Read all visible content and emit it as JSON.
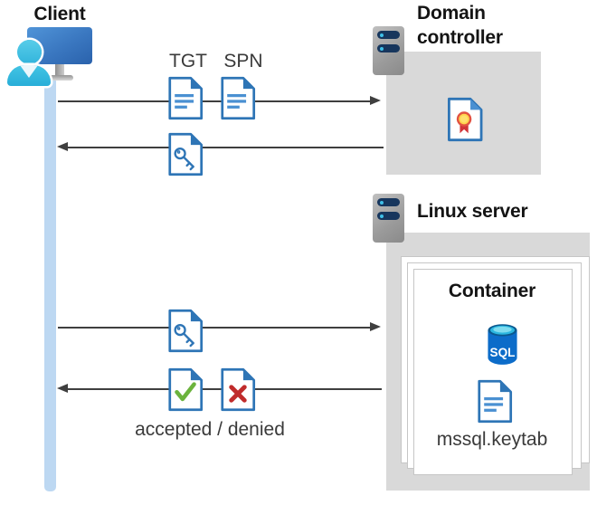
{
  "client": {
    "label": "Client"
  },
  "kdc_exchange": {
    "tgt_label": "TGT",
    "spn_label": "SPN"
  },
  "domain_controller": {
    "label": "Domain controller"
  },
  "linux_server": {
    "label": "Linux server"
  },
  "container": {
    "label": "Container",
    "sql_badge": "SQL",
    "keytab_label": "mssql.keytab"
  },
  "auth_result": {
    "label": "accepted / denied"
  },
  "icons": {
    "client-workstation-icon": "monitor with user silhouette",
    "server-icon": "gray rack server with two navy bars",
    "tgt-document-icon": "blue document with text lines",
    "spn-document-icon": "blue document with text lines",
    "service-ticket-icon": "document with key glyph",
    "certificate-icon": "document with gold ribbon seal",
    "sql-database-icon": "blue cylinder labeled SQL",
    "accepted-document-icon": "document with green check",
    "denied-document-icon": "document with red x",
    "keytab-file-icon": "blue document with text lines"
  },
  "colors": {
    "document_blue": "#2e75b6",
    "document_line_blue": "#4a90d2",
    "person_teal": "#35bedc",
    "monitor_blue": "#3578c4",
    "lifeline_blue": "#bdd8f2",
    "host_box_gray": "#d9d9d9",
    "server_gray": "#9b9b9b",
    "server_bar_navy": "#17365d",
    "arrow_gray": "#3f3f3f",
    "accept_green": "#6bb33d",
    "deny_red": "#c02b2b",
    "cert_gold": "#ffd34d",
    "ribbon_red": "#d13438",
    "sql_body_blue": "#0c6cc9",
    "sql_top_cyan": "#2bb7e0"
  }
}
